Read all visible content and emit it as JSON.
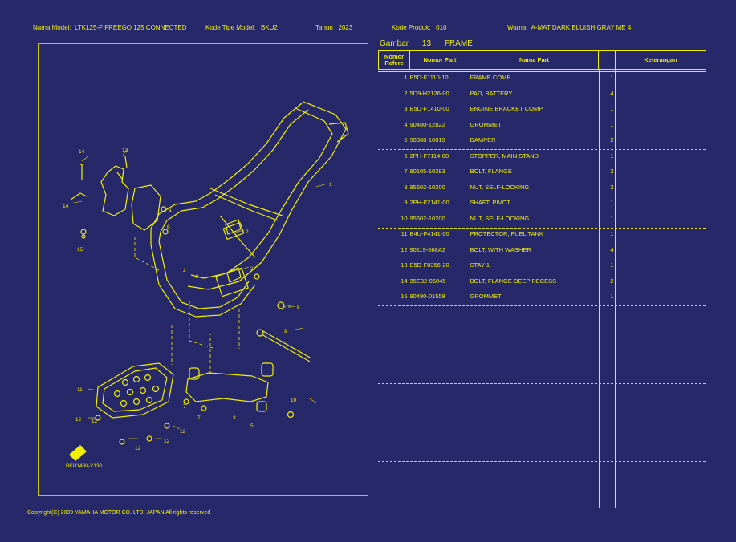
{
  "header": {
    "model_label": "Nama Model:",
    "model_value": "LTK125-F FREEGO 125 CONNECTED",
    "type_label": "Kode Tipe Model:",
    "type_value": "BKU2",
    "year_label": "Tahun",
    "year_value": "2023",
    "product_label": "Kode Produk:",
    "product_value": "010",
    "color_label": "Warna:",
    "color_value": "A-MAT DARK BLUISH GRAY ME 4"
  },
  "figure": {
    "label": "Gambar",
    "number": "13",
    "name": "FRAME",
    "code": "BKU1460-Y130",
    "callouts": [
      "1",
      "2",
      "2",
      "2",
      "2",
      "3",
      "4",
      "5",
      "6",
      "7",
      "7",
      "8",
      "9",
      "10",
      "11",
      "12",
      "12",
      "12",
      "12",
      "12",
      "13",
      "14",
      "14",
      "15"
    ]
  },
  "table": {
    "headers": {
      "ref": "Nomor Refere",
      "part_no": "Nomor Part",
      "part_name": "Nama Part",
      "qty": "",
      "note": "Keterangan"
    },
    "rows": [
      {
        "no": "1",
        "part": "B5D-F1110-10",
        "name": "FRAME COMP.",
        "qty": "1",
        "note": ""
      },
      {
        "no": "2",
        "part": "5D9-H2126-00",
        "name": "PAD, BATTERY",
        "qty": "4",
        "note": ""
      },
      {
        "no": "3",
        "part": "B5D-F1410-00",
        "name": "ENGINE BRACKET COMP.",
        "qty": "1",
        "note": ""
      },
      {
        "no": "4",
        "part": "90480-12822",
        "name": "GROMMET",
        "qty": "1",
        "note": ""
      },
      {
        "no": "5",
        "part": "90388-10819",
        "name": "DAMPER",
        "qty": "2",
        "note": ""
      },
      {
        "no": "6",
        "part": "2PH-F7114-00",
        "name": "STOPPER, MAIN STAND",
        "qty": "1",
        "note": ""
      },
      {
        "no": "7",
        "part": "90105-10283",
        "name": "BOLT, FLANGE",
        "qty": "2",
        "note": ""
      },
      {
        "no": "8",
        "part": "95602-10200",
        "name": "NUT, SELF-LOCKING",
        "qty": "2",
        "note": ""
      },
      {
        "no": "9",
        "part": "2PH-F2141-00",
        "name": "SHAFT, PIVOT",
        "qty": "1",
        "note": ""
      },
      {
        "no": "10",
        "part": "95602-10200",
        "name": "NUT, SELF-LOCKING",
        "qty": "1",
        "note": ""
      },
      {
        "no": "11",
        "part": "B4U-F4141-00",
        "name": "PROTECTOR, FUEL TANK",
        "qty": "1",
        "note": ""
      },
      {
        "no": "12",
        "part": "90119-068A2",
        "name": "BOLT, WITH WASHER",
        "qty": "4",
        "note": ""
      },
      {
        "no": "13",
        "part": "B5D-F8356-20",
        "name": "STAY 1",
        "qty": "1",
        "note": ""
      },
      {
        "no": "14",
        "part": "95E32-06045",
        "name": "BOLT, FLANGE DEEP RECESS",
        "qty": "2",
        "note": ""
      },
      {
        "no": "15",
        "part": "90480-01558",
        "name": "GROMMET",
        "qty": "1",
        "note": ""
      },
      {
        "no": "",
        "part": "",
        "name": "",
        "qty": "",
        "note": ""
      },
      {
        "no": "",
        "part": "",
        "name": "",
        "qty": "",
        "note": ""
      },
      {
        "no": "",
        "part": "",
        "name": "",
        "qty": "",
        "note": ""
      },
      {
        "no": "",
        "part": "",
        "name": "",
        "qty": "",
        "note": ""
      },
      {
        "no": "",
        "part": "",
        "name": "",
        "qty": "",
        "note": ""
      },
      {
        "no": "",
        "part": "",
        "name": "",
        "qty": "",
        "note": ""
      },
      {
        "no": "",
        "part": "",
        "name": "",
        "qty": "",
        "note": ""
      },
      {
        "no": "",
        "part": "",
        "name": "",
        "qty": "",
        "note": ""
      },
      {
        "no": "",
        "part": "",
        "name": "",
        "qty": "",
        "note": ""
      },
      {
        "no": "",
        "part": "",
        "name": "",
        "qty": "",
        "note": ""
      },
      {
        "no": "",
        "part": "",
        "name": "",
        "qty": "",
        "note": ""
      },
      {
        "no": "",
        "part": "",
        "name": "",
        "qty": "",
        "note": ""
      },
      {
        "no": "",
        "part": "",
        "name": "",
        "qty": "",
        "note": ""
      }
    ]
  },
  "footer": {
    "copyright": "Copyright(C) 2009 YAMAHA MOTOR CO. LTD. JAPAN All rights reserved"
  },
  "colors": {
    "background": "#26286a",
    "ink": "#f0f000"
  }
}
